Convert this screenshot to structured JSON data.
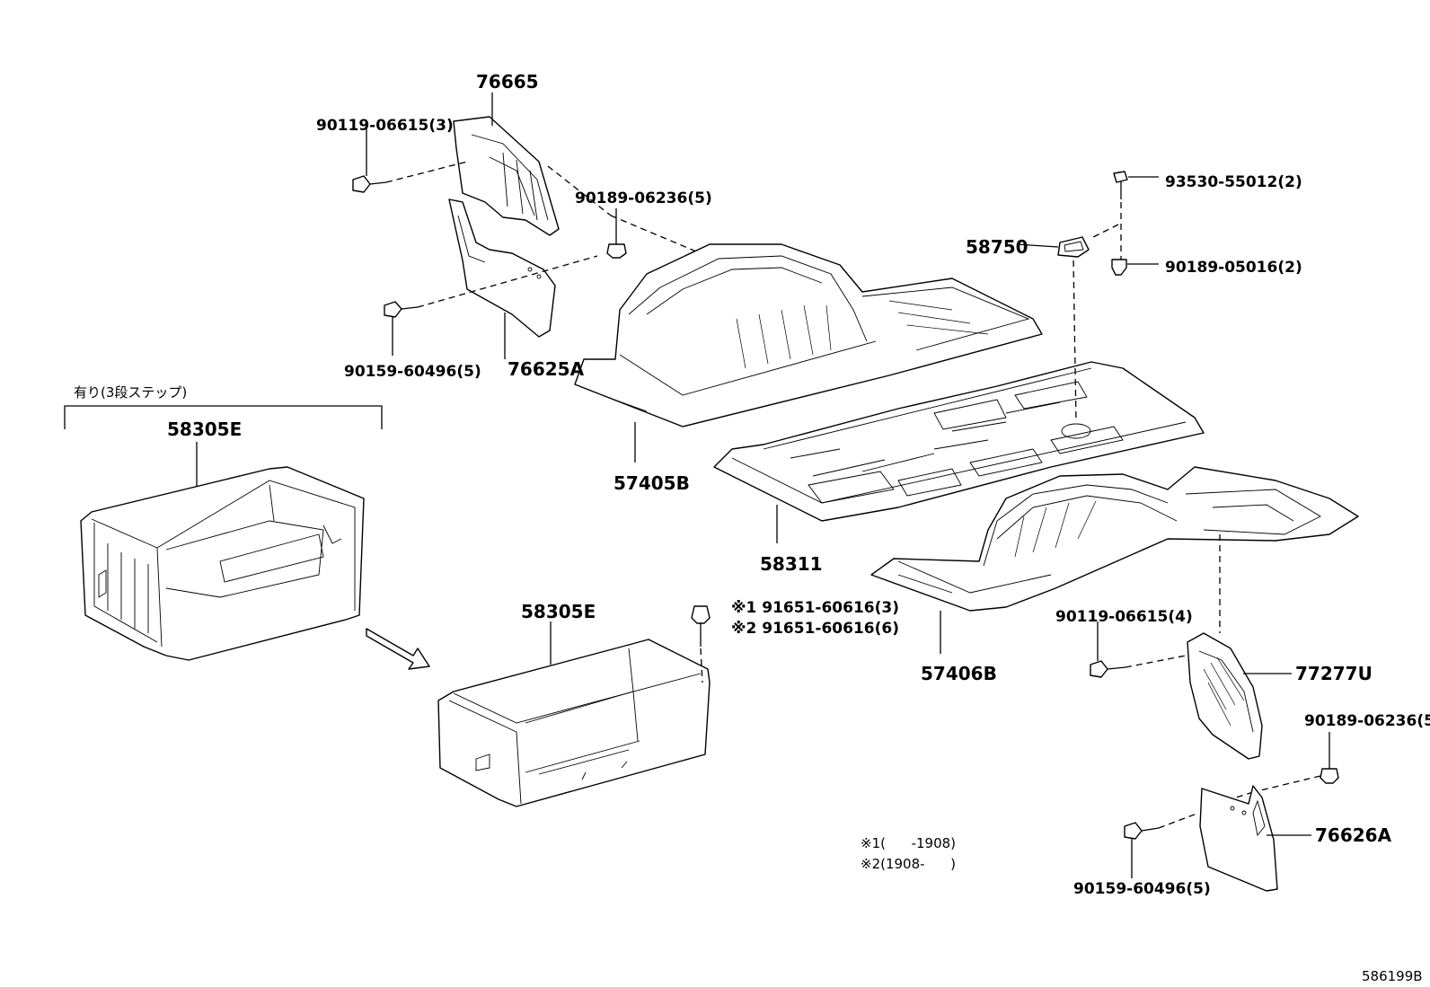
{
  "labels": {
    "p76665": "76665",
    "p90119_3": "90119-06615(3)",
    "p90189_5a": "90189-06236(5)",
    "p76625A": "76625A",
    "p90159_5a": "90159-60496(5)",
    "p93530": "93530-55012(2)",
    "p58750": "58750",
    "p90189_05016": "90189-05016(2)",
    "p57405B": "57405B",
    "p58311": "58311",
    "p57406B": "57406B",
    "p90119_4": "90119-06615(4)",
    "p77277U": "77277U",
    "p90189_5b": "90189-06236(5)",
    "p76626A": "76626A",
    "p90159_5b": "90159-60496(5)",
    "p58305E_a": "58305E",
    "p58305E_b": "58305E",
    "group_heading": "有り(3段ステップ)",
    "p91651_1": "※1 91651-60616(3)",
    "p91651_2": "※2 91651-60616(6)",
    "note1": "※1(      -1908)",
    "note2": "※2(1908-      )",
    "diagram_id": "586199B"
  }
}
